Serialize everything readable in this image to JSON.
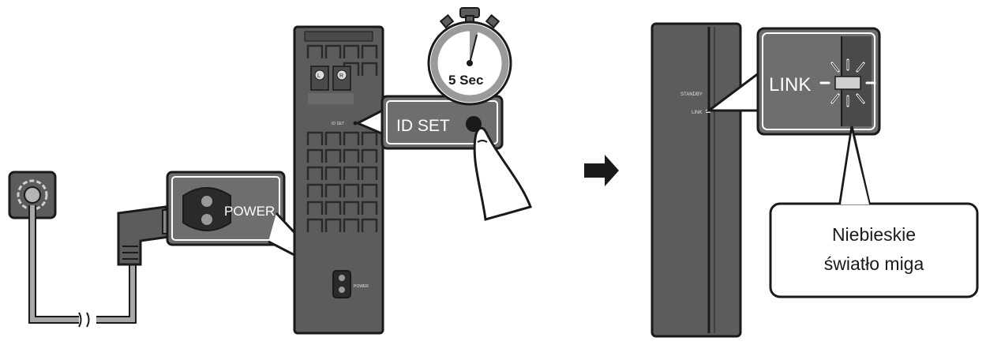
{
  "timer": {
    "label": "5 Sec"
  },
  "id_set_callout": {
    "label": "ID SET"
  },
  "power_callout": {
    "label": "POWER"
  },
  "subwoofer_back": {
    "port_label_left": "L",
    "port_label_right": "R",
    "id_set_small_label": "ID SET",
    "power_small_label": "POWER"
  },
  "soundbar_side": {
    "standby_label": "STANDBY",
    "link_label": "LINK"
  },
  "link_callout": {
    "label": "LINK"
  },
  "status_callout": {
    "line1": "Niebieskie",
    "line2": "światło miga"
  },
  "colors": {
    "device_gray": "#5c5c5c",
    "device_dark": "#3e3e3e",
    "callout_fill": "#6e6e6e",
    "outline": "#1a1a1a",
    "cable_gray": "#a8a8a8"
  },
  "icons": {
    "arrow": "right-arrow-icon",
    "wall_socket": "wall-socket-icon",
    "finger": "pressing-finger-icon",
    "stopwatch": "stopwatch-icon",
    "blink": "blink-rays-icon"
  }
}
